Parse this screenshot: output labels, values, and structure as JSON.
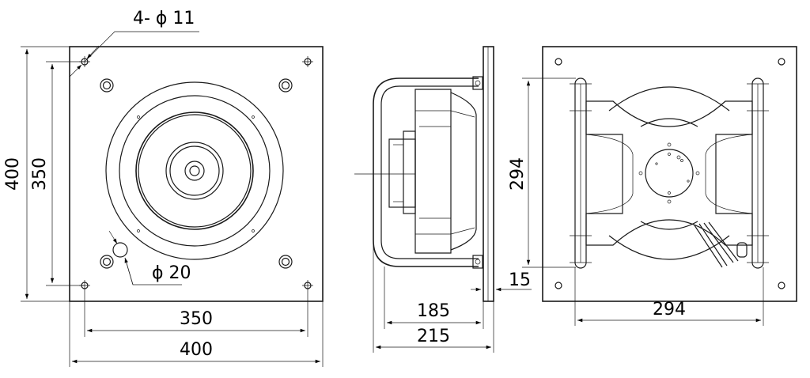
{
  "labels": {
    "holes": "4- ϕ 11",
    "height_400": "400",
    "height_350": "350",
    "hub_dia": "ϕ 20",
    "width_350": "350",
    "width_400": "400",
    "depth_185": "185",
    "depth_215": "215",
    "flange_15": "15",
    "rear_294_v": "294",
    "rear_294_h": "294"
  }
}
